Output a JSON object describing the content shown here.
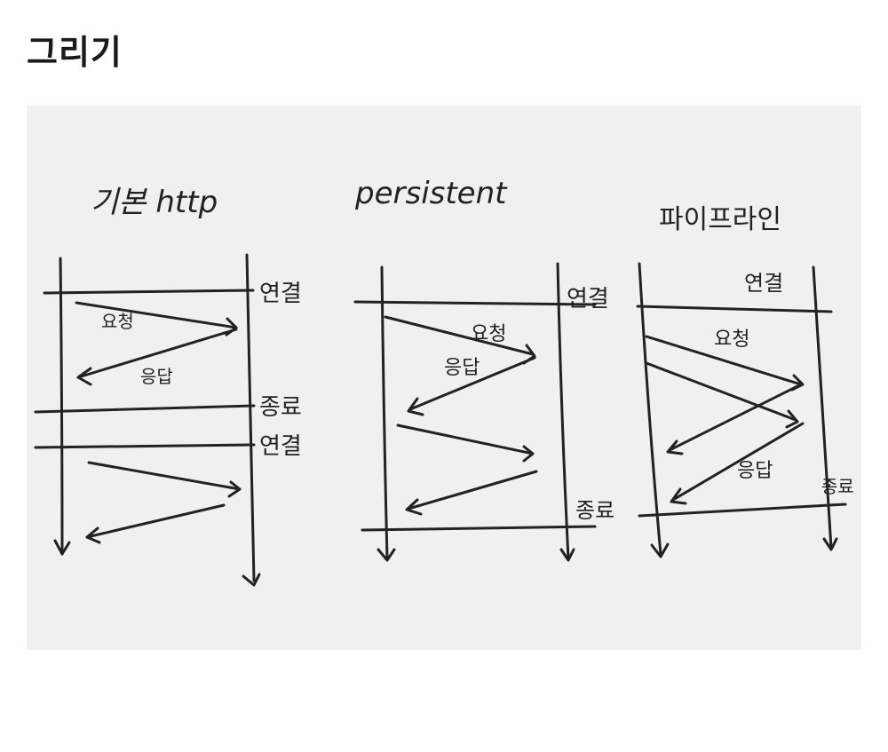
{
  "page": {
    "title": "그리기"
  },
  "sketch": {
    "columns": [
      {
        "title": "기본 http",
        "labels": {
          "connect1": "연결",
          "request": "요청",
          "response": "응답",
          "close": "종료",
          "connect2": "연결"
        }
      },
      {
        "title": "persistent",
        "labels": {
          "connect": "연결",
          "request": "요청",
          "response": "응답",
          "close": "종료"
        }
      },
      {
        "title": "파이프라인",
        "labels": {
          "connect": "연결",
          "request": "요청",
          "response": "응답",
          "close": "종료"
        }
      }
    ]
  }
}
